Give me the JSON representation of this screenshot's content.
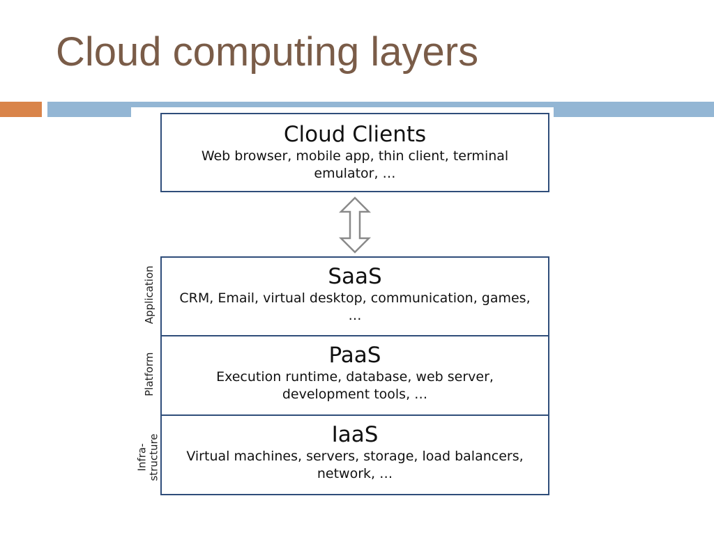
{
  "title": "Cloud computing layers",
  "clients": {
    "heading": "Cloud Clients",
    "description": "Web browser, mobile app, thin client, terminal emulator, …"
  },
  "layers": [
    {
      "heading": "SaaS",
      "side_label": "Application",
      "description": "CRM, Email, virtual desktop, communication, games, …"
    },
    {
      "heading": "PaaS",
      "side_label": "Platform",
      "description": "Execution runtime, database, web server, development tools, …"
    },
    {
      "heading": "IaaS",
      "side_label": "Infra-structure",
      "description": "Virtual machines, servers, storage, load balancers, network, …"
    }
  ],
  "colors": {
    "title": "#7a5c48",
    "accent_orange": "#d9844a",
    "accent_blue": "#93b6d4",
    "box_border": "#2f4d7a"
  },
  "icons": {
    "connector": "double-arrow-vertical-icon"
  }
}
